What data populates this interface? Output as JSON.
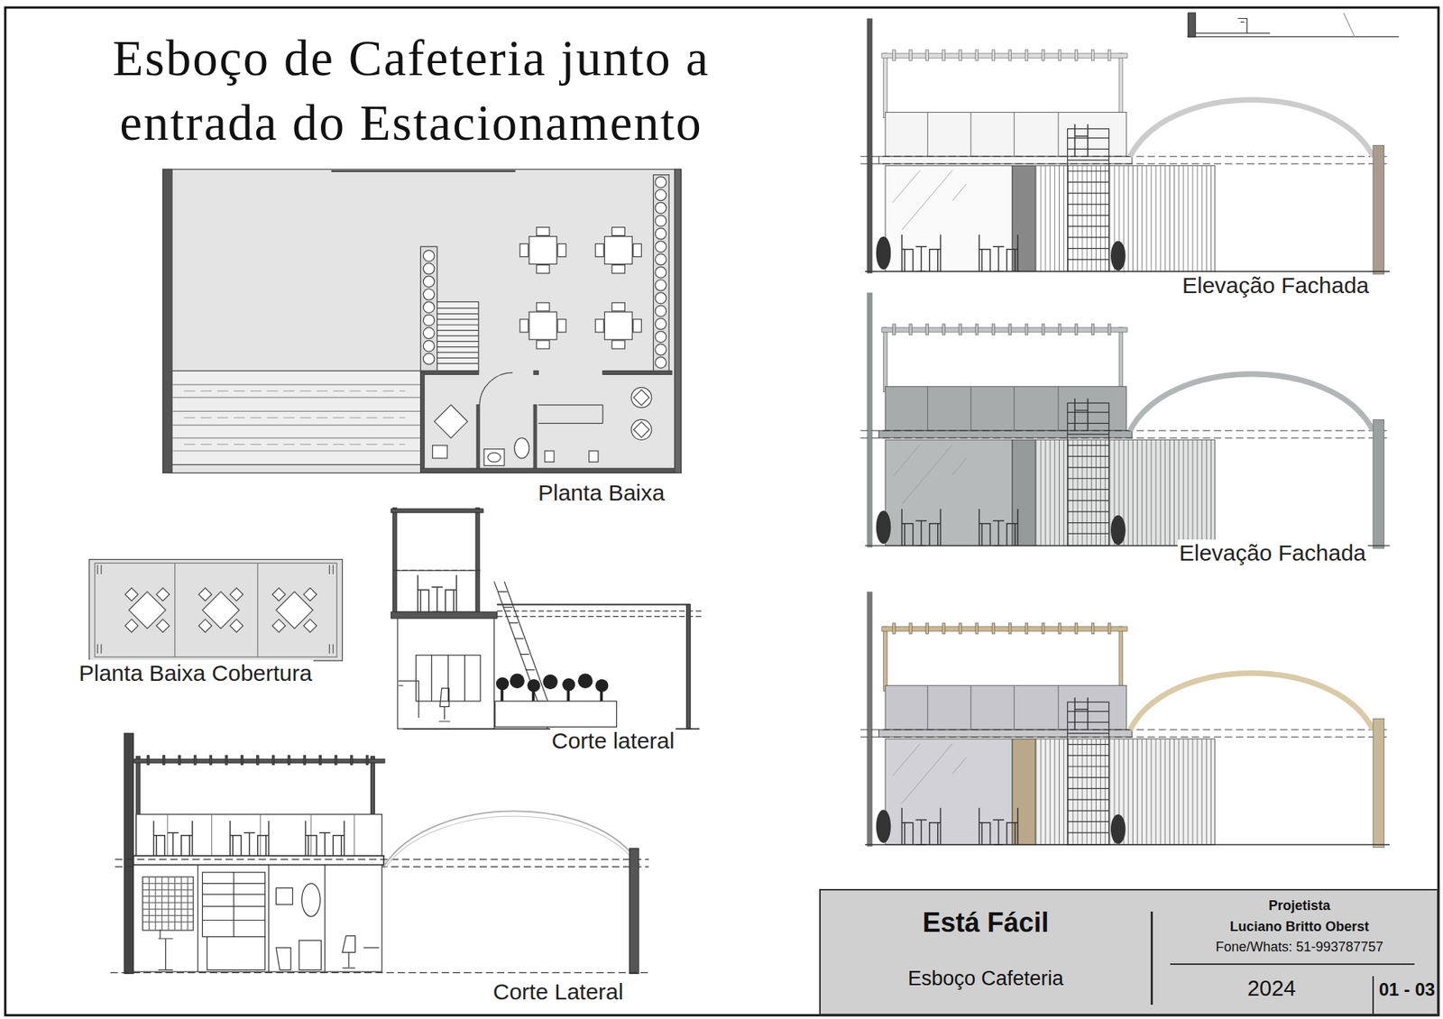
{
  "diagram": {
    "title": "Esboço de Cafeteria junto a entrada do Estacionamento",
    "nodes": [
      {
        "text": [
          "Está Fácil",
          "Esboço Cafeteria",
          "Projetista",
          "Luciano Britto Oberst",
          "Fone/Whats: 51-993787757",
          "2024",
          "01 - 03"
        ]
      }
    ],
    "labels": [
      "Planta Baixa",
      "Planta Baixa Cobertura",
      "Corte lateral",
      "Corte Lateral",
      "Elevação Fachada",
      "Elevação Fachada"
    ]
  }
}
